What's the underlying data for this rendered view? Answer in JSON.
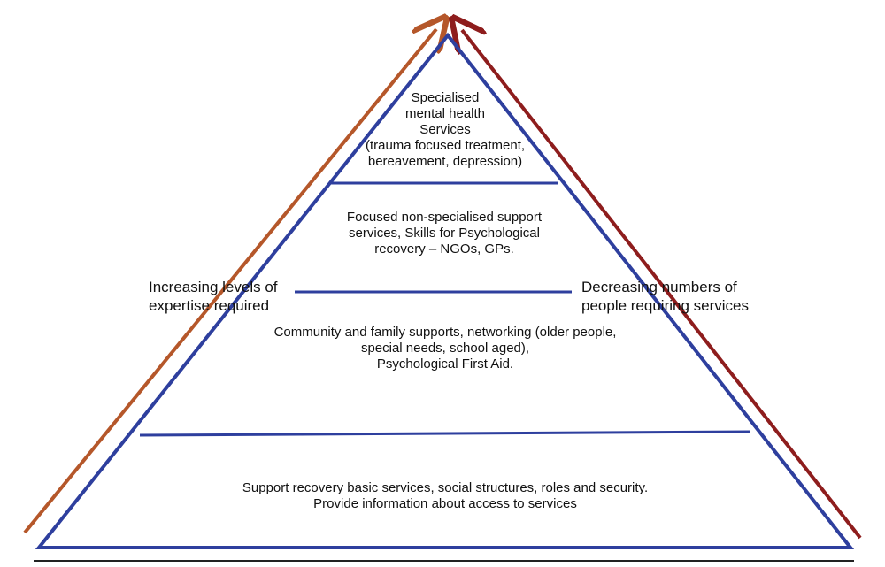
{
  "colors": {
    "pyramid": "#2e3f9e",
    "left_arrow": "#b5572a",
    "right_arrow": "#8e1d1d",
    "base_rule": "#222222"
  },
  "tiers": [
    {
      "text": "Specialised\nmental health\nServices\n(trauma focused treatment,\nbereavement, depression)"
    },
    {
      "text": "Focused non-specialised support\nservices, Skills for Psychological\nrecovery – NGOs, GPs."
    },
    {
      "text": "Community and family supports, networking (older people,\nspecial needs, school aged),\nPsychological First Aid."
    },
    {
      "text": "Support recovery basic services, social structures, roles and security.\nProvide information about access to services"
    }
  ],
  "left_label": "Increasing levels of\nexpertise required",
  "right_label": "Decreasing numbers of\npeople requiring services"
}
